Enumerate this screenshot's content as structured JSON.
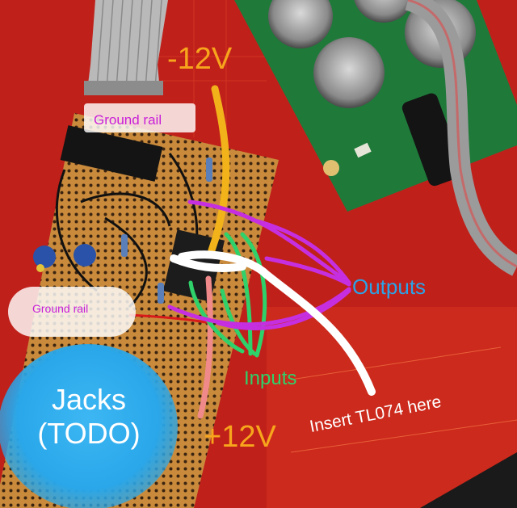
{
  "labels": {
    "minus_12v": "-12V",
    "plus_12v": "+12V",
    "outputs": "Outputs",
    "inputs": "Inputs",
    "insert_ic": "Insert TL074 here",
    "ground_rail_top": "Ground rail",
    "ground_rail_bottom": "Ground rail",
    "jacks_line1": "Jacks",
    "jacks_line2": "(TODO)"
  },
  "colors": {
    "voltage_label": "#f7a51c",
    "outputs": "#2aa3e8",
    "inputs": "#2fd16a",
    "ground_rail": "#c91fd8",
    "jacks_blob": "#29a7ea",
    "mat": "#c0201a",
    "pcb_green": "#1f7a3a",
    "stripboard": "#c98a3c"
  }
}
